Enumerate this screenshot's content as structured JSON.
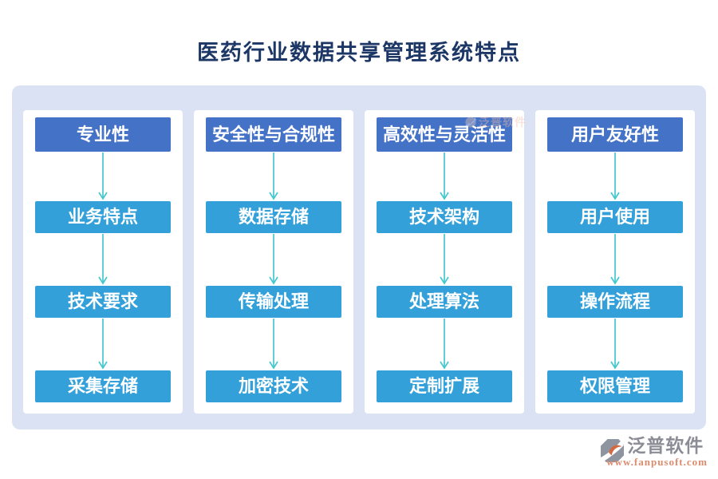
{
  "title": "医药行业数据共享管理系统特点",
  "columns": [
    {
      "header": "专业性",
      "items": [
        "业务特点",
        "技术要求",
        "采集存储"
      ]
    },
    {
      "header": "安全性与合规性",
      "items": [
        "数据存储",
        "传输处理",
        "加密技术"
      ]
    },
    {
      "header": "高效性与灵活性",
      "items": [
        "技术架构",
        "处理算法",
        "定制扩展"
      ]
    },
    {
      "header": "用户友好性",
      "items": [
        "用户使用",
        "操作流程",
        "权限管理"
      ]
    }
  ],
  "watermark": {
    "brand": "泛普软件"
  },
  "footer": {
    "brand": "泛普软件",
    "url": "www.fanpusoft.com"
  },
  "colors": {
    "header_box": "#4472C7",
    "item_box": "#33A0D9",
    "arrow": "#44C8CE",
    "board_bg": "#DBE2F4",
    "title": "#1C3765",
    "brand_gray": "#8C8C96",
    "brand_orange": "#DC8B6E"
  }
}
